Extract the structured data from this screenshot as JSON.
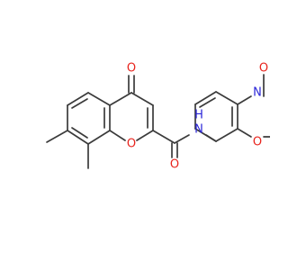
{
  "molecule": {
    "colors": {
      "bond": "#3b3b3b",
      "oxygen": "#e8231c",
      "nitrogen": "#2a25d8",
      "background": "#ffffff"
    },
    "atom_labels": {
      "ketone_oxygen": "O",
      "ring_oxygen_chromene": "O",
      "amide_oxygen": "O",
      "amide_nitrogen": "N",
      "amide_hydrogen": "H",
      "lactam_nitrogen": "N",
      "lactam_oxygen": "O",
      "ring_oxygen_oxazine": "O"
    }
  }
}
